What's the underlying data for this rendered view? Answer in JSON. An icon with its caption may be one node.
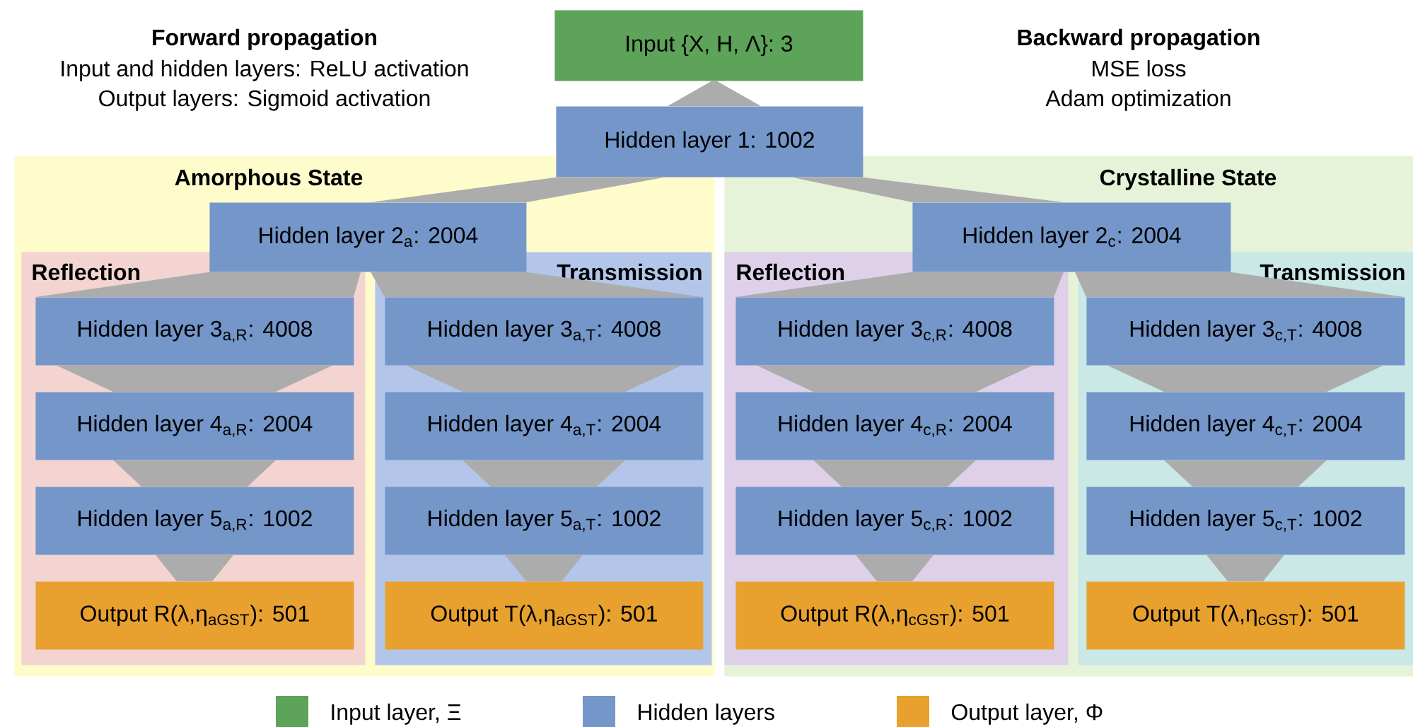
{
  "diagram": {
    "nodes": [
      {
        "text": [
          "Input {X, H, Λ}: 3"
        ]
      },
      {
        "text": [
          "Hidden layer 1: 1002"
        ]
      },
      {
        "text": [
          "Amorphous State"
        ]
      },
      {
        "text": [
          "Hidden layer 2$_{a}$: 2004"
        ],
        "in": 2
      },
      {
        "text": [
          "Reflection"
        ],
        "in": 2
      },
      {
        "text": [
          "Hidden layer 3$_{a,R}$: 4008"
        ],
        "in": 4
      },
      {
        "text": [
          "Hidden layer 4$_{a,R}$: 2004"
        ],
        "in": 4
      },
      {
        "text": [
          "Hidden layer 5$_{a,R}$: 1002"
        ],
        "in": 4
      },
      {
        "text": [
          "Output R(λ,η$_{aGST}$): 501"
        ],
        "in": 4
      },
      {
        "text": [
          "Transmission"
        ],
        "in": 2
      },
      {
        "text": [
          "Hidden layer 3$_{a,T}$: 4008"
        ],
        "in": 9
      },
      {
        "text": [
          "Hidden layer 4$_{a,T}$: 2004"
        ],
        "in": 9
      },
      {
        "text": [
          "Hidden layer 5$_{a,T}$: 1002"
        ],
        "in": 9
      },
      {
        "text": [
          "Output T(λ,η$_{aGST}$): 501"
        ],
        "in": 9
      },
      {
        "text": [
          "Crystalline State"
        ]
      },
      {
        "text": [
          "Hidden layer 2$_{c}$: 2004"
        ],
        "in": 14
      },
      {
        "text": [
          "Reflection"
        ],
        "in": 14
      },
      {
        "text": [
          "Hidden layer 3$_{c,R}$: 4008"
        ],
        "in": 16
      },
      {
        "text": [
          "Hidden layer 4$_{c,R}$: 2004"
        ],
        "in": 16
      },
      {
        "text": [
          "Hidden layer 5$_{c,R}$: 1002"
        ],
        "in": 16
      },
      {
        "text": [
          "Output R(λ,η$_{cGST}$): 501"
        ],
        "in": 16
      },
      {
        "text": [
          "Transmission"
        ],
        "in": 14
      },
      {
        "text": [
          "Hidden layer 3$_{c,T}$: 4008"
        ],
        "in": 21
      },
      {
        "text": [
          "Hidden layer 4$_{c,T}$: 2004"
        ],
        "in": 21
      },
      {
        "text": [
          "Hidden layer 5$_{c,T}$: 1002"
        ],
        "in": 21
      },
      {
        "text": [
          "Output T(λ,η$_{cGST}$): 501"
        ],
        "in": 21
      }
    ],
    "edges": [
      {
        "from": 0,
        "to": 1,
        "arrow": "none"
      },
      {
        "from": 1,
        "to": 3,
        "arrow": "none"
      },
      {
        "from": 1,
        "to": 15,
        "arrow": "none"
      },
      {
        "from": 3,
        "to": 5,
        "arrow": "none"
      },
      {
        "from": 3,
        "to": 10,
        "arrow": "none"
      },
      {
        "from": 5,
        "to": 6,
        "arrow": "none"
      },
      {
        "from": 6,
        "to": 7,
        "arrow": "none"
      },
      {
        "from": 7,
        "to": 8,
        "arrow": "none"
      },
      {
        "from": 10,
        "to": 11,
        "arrow": "none"
      },
      {
        "from": 11,
        "to": 12,
        "arrow": "none"
      },
      {
        "from": 12,
        "to": 13,
        "arrow": "none"
      },
      {
        "from": 15,
        "to": 17,
        "arrow": "none"
      },
      {
        "from": 15,
        "to": 22,
        "arrow": "none"
      },
      {
        "from": 17,
        "to": 18,
        "arrow": "none"
      },
      {
        "from": 18,
        "to": 19,
        "arrow": "none"
      },
      {
        "from": 19,
        "to": 20,
        "arrow": "none"
      },
      {
        "from": 22,
        "to": 23,
        "arrow": "none"
      },
      {
        "from": 23,
        "to": 24,
        "arrow": "none"
      },
      {
        "from": 24,
        "to": 25,
        "arrow": "none"
      }
    ],
    "labels": [
      "Forward propagation",
      "Input and hidden layers: ReLU activation",
      "Output layers: Sigmoid activation",
      "Backward propagation",
      "MSE loss",
      "Adam optimization"
    ],
    "legend": [
      {
        "text": "Input layer, Ξ",
        "color": "#5ea35a"
      },
      {
        "text": "Hidden layers",
        "color": "#7496c9"
      },
      {
        "text": "Output layer, Φ",
        "color": "#e8a12e"
      }
    ]
  }
}
